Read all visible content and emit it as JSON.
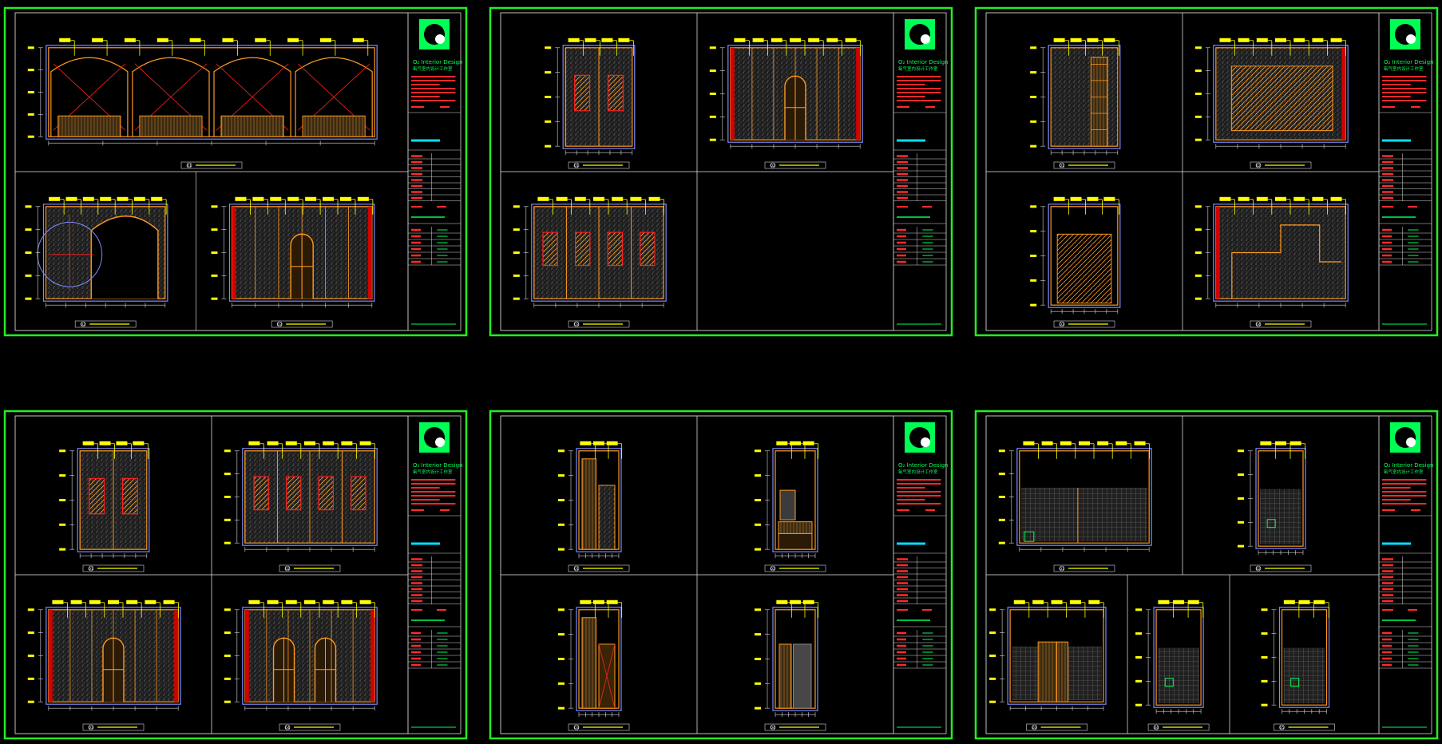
{
  "canvas": {
    "background": "#000000",
    "colors": {
      "sheet_border": "#22ee22",
      "frame_line": "#d8d8d8",
      "grid_line": "#cfcfcf",
      "elevation_orange": "#ff9a1f",
      "elevation_blue": "#7b8cff",
      "label_yellow": "#ffff00",
      "red_hatch": "#ff2020",
      "dim_cyan": "#00e5ff",
      "tb_green": "#00ff55",
      "tb_red": "#ff2a2a",
      "tb_cyan": "#00e0ff"
    }
  },
  "sheets": [
    {
      "id": "sheet-1",
      "logo_text": "O₂ Interior Design",
      "logo_subtitle": "氧气室内设计工作室",
      "layout": "top-wide+bottom-2",
      "panels": [
        {
          "type": "arch-wide",
          "caption": "01"
        },
        {
          "type": "arch-circle",
          "caption": "02"
        },
        {
          "type": "door-arch",
          "caption": "03"
        }
      ]
    },
    {
      "id": "sheet-2",
      "logo_text": "O₂ Interior Design",
      "logo_subtitle": "氧气室内设计工作室",
      "layout": "grid-3",
      "panels": [
        {
          "type": "windows-2",
          "caption": "01"
        },
        {
          "type": "door-arch",
          "caption": "02"
        },
        {
          "type": "windows-4",
          "caption": "03"
        }
      ]
    },
    {
      "id": "sheet-3",
      "logo_text": "O₂ Interior Design",
      "logo_subtitle": "氧气室内设计工作室",
      "layout": "grid-4",
      "panels": [
        {
          "type": "tall-cabinet",
          "caption": "01"
        },
        {
          "type": "hatched-wall",
          "caption": "02"
        },
        {
          "type": "single-hatch",
          "caption": "03"
        },
        {
          "type": "stepped-wall",
          "caption": "04"
        }
      ]
    },
    {
      "id": "sheet-4",
      "logo_text": "O₂ Interior Design",
      "logo_subtitle": "氧气室内设计工作室",
      "layout": "grid-4",
      "panels": [
        {
          "type": "windows-2",
          "caption": "01"
        },
        {
          "type": "windows-4",
          "caption": "02"
        },
        {
          "type": "door-arch",
          "caption": "03"
        },
        {
          "type": "double-arch",
          "caption": "04"
        }
      ]
    },
    {
      "id": "sheet-5",
      "logo_text": "O₂ Interior Design",
      "logo_subtitle": "氧气室内设计工作室",
      "layout": "grid-4",
      "panels": [
        {
          "type": "narrow-shelf",
          "caption": "01"
        },
        {
          "type": "sink-unit",
          "caption": "02"
        },
        {
          "type": "narrow-door",
          "caption": "03"
        },
        {
          "type": "grey-panels",
          "caption": "04"
        }
      ]
    },
    {
      "id": "sheet-6",
      "logo_text": "O₂ Interior Design",
      "logo_subtitle": "氧气室内设计工作室",
      "layout": "grid-2+3",
      "panels": [
        {
          "type": "tile-wall",
          "caption": "01"
        },
        {
          "type": "tile-narrow",
          "caption": "02"
        },
        {
          "type": "tile-doors",
          "caption": "03"
        },
        {
          "type": "tile-narrow",
          "caption": "04"
        },
        {
          "type": "tile-narrow",
          "caption": "05"
        }
      ]
    }
  ]
}
